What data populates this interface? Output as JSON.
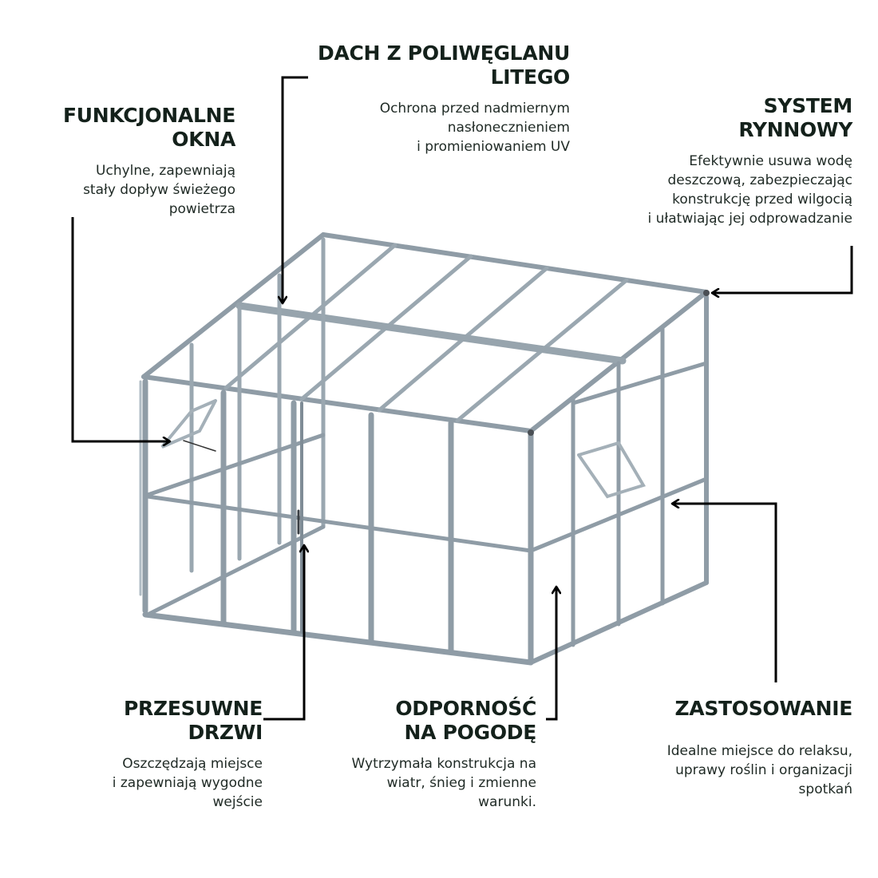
{
  "colors": {
    "text": "#14211b",
    "frame": "#8f9ca6",
    "frame_light": "#a9b6bf",
    "frame_dark": "#6f7c86",
    "arrow": "#000000",
    "background": "#ffffff"
  },
  "callouts": {
    "roof": {
      "title_lines": [
        "DACH Z POLIWĘGLANU",
        "LITEGO"
      ],
      "desc_lines": [
        "Ochrona przed nadmiernym",
        "nasłonecznieniem",
        "i promieniowaniem UV"
      ]
    },
    "windows": {
      "title_lines": [
        "FUNKCJONALNE",
        "OKNA"
      ],
      "desc_lines": [
        "Uchylne, zapewniają",
        "stały dopływ świeżego",
        "powietrza"
      ]
    },
    "gutter": {
      "title_lines": [
        "SYSTEM",
        "RYNNOWY"
      ],
      "desc_lines": [
        "Efektywnie usuwa wodę",
        "deszczową, zabezpieczając",
        "konstrukcję przed wilgocią",
        "i ułatwiając jej odprowadzanie"
      ]
    },
    "doors": {
      "title_lines": [
        "PRZESUWNE",
        "DRZWI"
      ],
      "desc_lines": [
        "Oszczędzają miejsce",
        "i zapewniają wygodne",
        "wejście"
      ]
    },
    "weather": {
      "title_lines": [
        "ODPORNOŚĆ",
        "NA POGODĘ"
      ],
      "desc_lines": [
        "Wytrzymała konstrukcja na",
        "wiatr, śnieg i zmienne",
        "warunki."
      ]
    },
    "usage": {
      "title_lines": [
        "ZASTOSOWANIE"
      ],
      "desc_lines": [
        "Idealne miejsce do relaksu,",
        "uprawy roślin i organizacji",
        "spotkań"
      ]
    }
  }
}
